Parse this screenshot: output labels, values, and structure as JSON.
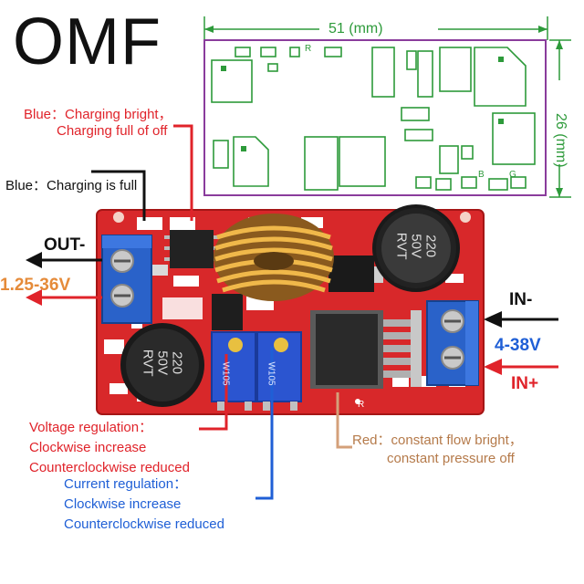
{
  "brand": "OMF",
  "dims": {
    "width": "51 (mm)",
    "height": "26 (mm)"
  },
  "labels": {
    "blue_charging": [
      "Blue：Charging bright，",
      "Charging full of off"
    ],
    "blue_full": "Blue：Charging is full",
    "out": "OUT-",
    "out_range": "1.25-36V",
    "in_minus": "IN-",
    "in_range": "4-38V",
    "in_plus": "IN+",
    "voltage": [
      "Voltage regulation：",
      "Clockwise increase",
      "Counterclockwise reduced"
    ],
    "current": [
      "Current regulation：",
      "Clockwise increase",
      "Counterclockwise reduced"
    ],
    "red": [
      "Red：constant flow bright，",
      "constant pressure off"
    ]
  },
  "board": {
    "cap_top": [
      "220",
      "50V",
      "RVT"
    ],
    "cap_bottom": [
      "220",
      "50V",
      "RVT"
    ],
    "pot1": "W105",
    "pot2": "W105",
    "silk": [
      "R",
      "B",
      "G"
    ]
  },
  "colors": {
    "board": "#d8282a",
    "terminal": "#2a62c9",
    "pcb_outline": "#8a3c9c",
    "pcb_green": "#2d9a3a"
  }
}
